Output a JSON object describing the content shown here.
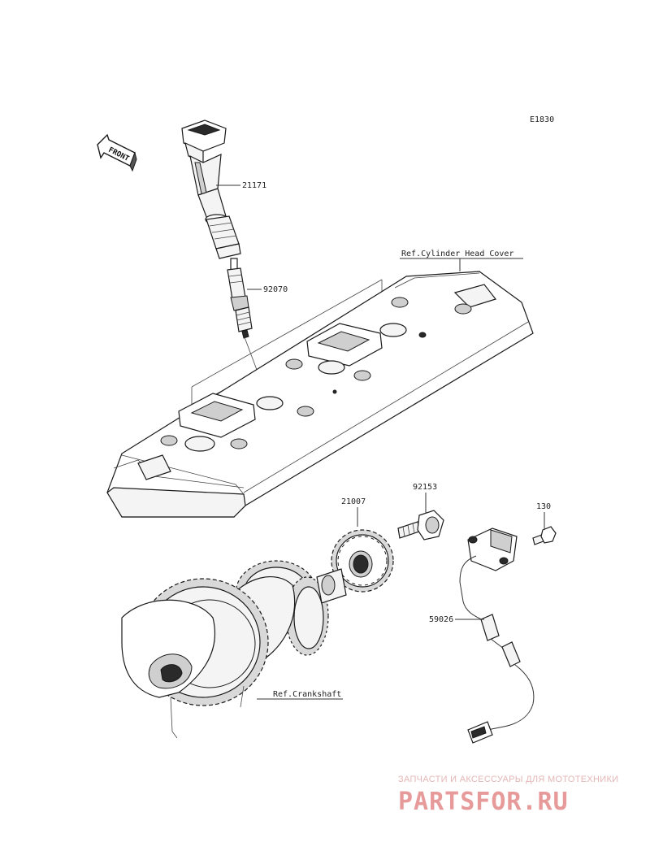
{
  "diagram_code": "E1830",
  "front_label": "FRONT",
  "callouts": {
    "coil": "21171",
    "spark_plug": "92070",
    "cylinder_head_cover": "Ref.Cylinder Head Cover",
    "rotor": "21007",
    "rotor_bolt": "92153",
    "sensor_bolt": "130",
    "sensor": "59026",
    "crankshaft": "Ref.Crankshaft"
  },
  "watermark": {
    "tagline": "ЗАПЧАСТИ И АКСЕССУАРЫ ДЛЯ МОТОТЕХНИКИ",
    "brand": "PARTSFOR.RU"
  }
}
